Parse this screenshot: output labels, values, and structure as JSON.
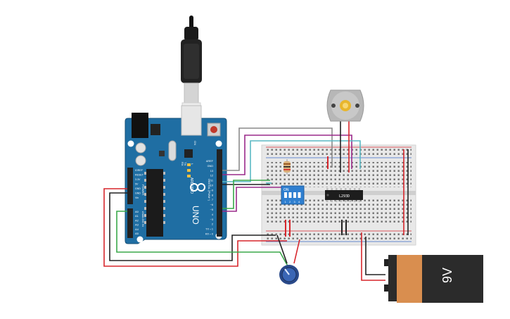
{
  "board": {
    "model": "UNO",
    "brand": "ARDUINO",
    "digital_label": "DIGITAL (PWM~)",
    "power_label": "POWER",
    "analog_label": "ANALOG IN",
    "on_label": "ON",
    "l_label": "L",
    "tx_label": "TX",
    "rx_label": "RX",
    "header_top_labels": [
      "AREF",
      "GND",
      "13",
      "12",
      "~11",
      "~10",
      "~9",
      "8",
      "7",
      "~6",
      "~5",
      "4",
      "~3",
      "2",
      "TX→1",
      "RX←0"
    ],
    "power_pins": [
      "IOREF",
      "RESET",
      "3.3V",
      "5V",
      "GND",
      "GND",
      "Vin"
    ],
    "analog_pins": [
      "A0",
      "A1",
      "A2",
      "A3",
      "A4",
      "A5"
    ]
  },
  "dip_switch": {
    "label": "ON",
    "positions": [
      "1",
      "2",
      "3",
      "4"
    ]
  },
  "driver_chip": {
    "label": "L293D"
  },
  "battery": {
    "label": "9V"
  },
  "colors": {
    "board_blue": "#1f6ea3",
    "breadboard": "#e8e8e8",
    "wire_red": "#d7262c",
    "wire_black": "#222222",
    "wire_green": "#3aa84a",
    "wire_purple": "#9a2a8a",
    "wire_teal": "#5ab9c4",
    "wire_gray": "#8a8a8a",
    "battery_orange": "#d98e4f",
    "battery_black": "#2b2b2b"
  }
}
